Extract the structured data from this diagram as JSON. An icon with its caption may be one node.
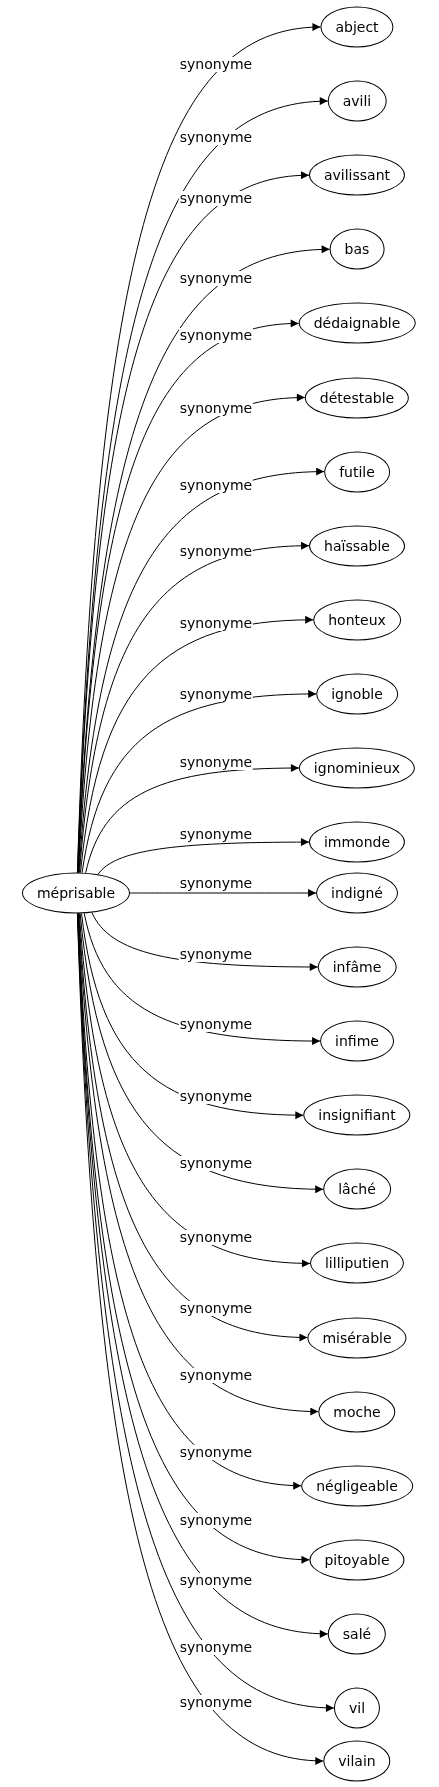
{
  "diagram": {
    "nodes": [
      {
        "text": [
          "méprisable"
        ]
      },
      {
        "text": [
          "abject"
        ]
      },
      {
        "text": [
          "avili"
        ]
      },
      {
        "text": [
          "avilissant"
        ]
      },
      {
        "text": [
          "bas"
        ]
      },
      {
        "text": [
          "dédaignable"
        ]
      },
      {
        "text": [
          "détestable"
        ]
      },
      {
        "text": [
          "futile"
        ]
      },
      {
        "text": [
          "haïssable"
        ]
      },
      {
        "text": [
          "honteux"
        ]
      },
      {
        "text": [
          "ignoble"
        ]
      },
      {
        "text": [
          "ignominieux"
        ]
      },
      {
        "text": [
          "immonde"
        ]
      },
      {
        "text": [
          "indigné"
        ]
      },
      {
        "text": [
          "infâme"
        ]
      },
      {
        "text": [
          "infime"
        ]
      },
      {
        "text": [
          "insignifiant"
        ]
      },
      {
        "text": [
          "lâché"
        ]
      },
      {
        "text": [
          "lilliputien"
        ]
      },
      {
        "text": [
          "misérable"
        ]
      },
      {
        "text": [
          "moche"
        ]
      },
      {
        "text": [
          "négligeable"
        ]
      },
      {
        "text": [
          "pitoyable"
        ]
      },
      {
        "text": [
          "salé"
        ]
      },
      {
        "text": [
          "vil"
        ]
      },
      {
        "text": [
          "vilain"
        ]
      }
    ],
    "edges": [
      {
        "from": 0,
        "to": 1,
        "arrow": "to",
        "label": "synonyme"
      },
      {
        "from": 0,
        "to": 2,
        "arrow": "to",
        "label": "synonyme"
      },
      {
        "from": 0,
        "to": 3,
        "arrow": "to",
        "label": "synonyme"
      },
      {
        "from": 0,
        "to": 4,
        "arrow": "to",
        "label": "synonyme"
      },
      {
        "from": 0,
        "to": 5,
        "arrow": "to",
        "label": "synonyme"
      },
      {
        "from": 0,
        "to": 6,
        "arrow": "to",
        "label": "synonyme"
      },
      {
        "from": 0,
        "to": 7,
        "arrow": "to",
        "label": "synonyme"
      },
      {
        "from": 0,
        "to": 8,
        "arrow": "to",
        "label": "synonyme"
      },
      {
        "from": 0,
        "to": 9,
        "arrow": "to",
        "label": "synonyme"
      },
      {
        "from": 0,
        "to": 10,
        "arrow": "to",
        "label": "synonyme"
      },
      {
        "from": 0,
        "to": 11,
        "arrow": "to",
        "label": "synonyme"
      },
      {
        "from": 0,
        "to": 12,
        "arrow": "to",
        "label": "synonyme"
      },
      {
        "from": 0,
        "to": 13,
        "arrow": "to",
        "label": "synonyme"
      },
      {
        "from": 0,
        "to": 14,
        "arrow": "to",
        "label": "synonyme"
      },
      {
        "from": 0,
        "to": 15,
        "arrow": "to",
        "label": "synonyme"
      },
      {
        "from": 0,
        "to": 16,
        "arrow": "to",
        "label": "synonyme"
      },
      {
        "from": 0,
        "to": 17,
        "arrow": "to",
        "label": "synonyme"
      },
      {
        "from": 0,
        "to": 18,
        "arrow": "to",
        "label": "synonyme"
      },
      {
        "from": 0,
        "to": 19,
        "arrow": "to",
        "label": "synonyme"
      },
      {
        "from": 0,
        "to": 20,
        "arrow": "to",
        "label": "synonyme"
      },
      {
        "from": 0,
        "to": 21,
        "arrow": "to",
        "label": "synonyme"
      },
      {
        "from": 0,
        "to": 22,
        "arrow": "to",
        "label": "synonyme"
      },
      {
        "from": 0,
        "to": 23,
        "arrow": "to",
        "label": "synonyme"
      },
      {
        "from": 0,
        "to": 24,
        "arrow": "to",
        "label": "synonyme"
      },
      {
        "from": 0,
        "to": 25,
        "arrow": "to",
        "label": "synonyme"
      }
    ]
  }
}
